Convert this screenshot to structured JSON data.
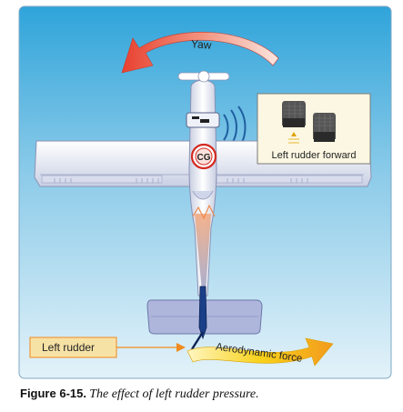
{
  "diagram": {
    "yaw_label": "Yaw",
    "cg_label": "CG",
    "inset_label": "Left rudder forward",
    "left_rudder_label": "Left rudder",
    "aero_force_label": "Aerodynamic force"
  },
  "caption": {
    "number": "Figure 6-15.",
    "text": "The effect of left rudder pressure."
  },
  "colors": {
    "sky_top": "#35a8dc",
    "sky_bottom": "#dbeff8",
    "yaw_arrow": "#e8473a",
    "aero_arrow": "#f5c400",
    "callout_fill": "#f7e2a6",
    "callout_line": "#f08a1c",
    "airframe": "#e6eaf4"
  }
}
